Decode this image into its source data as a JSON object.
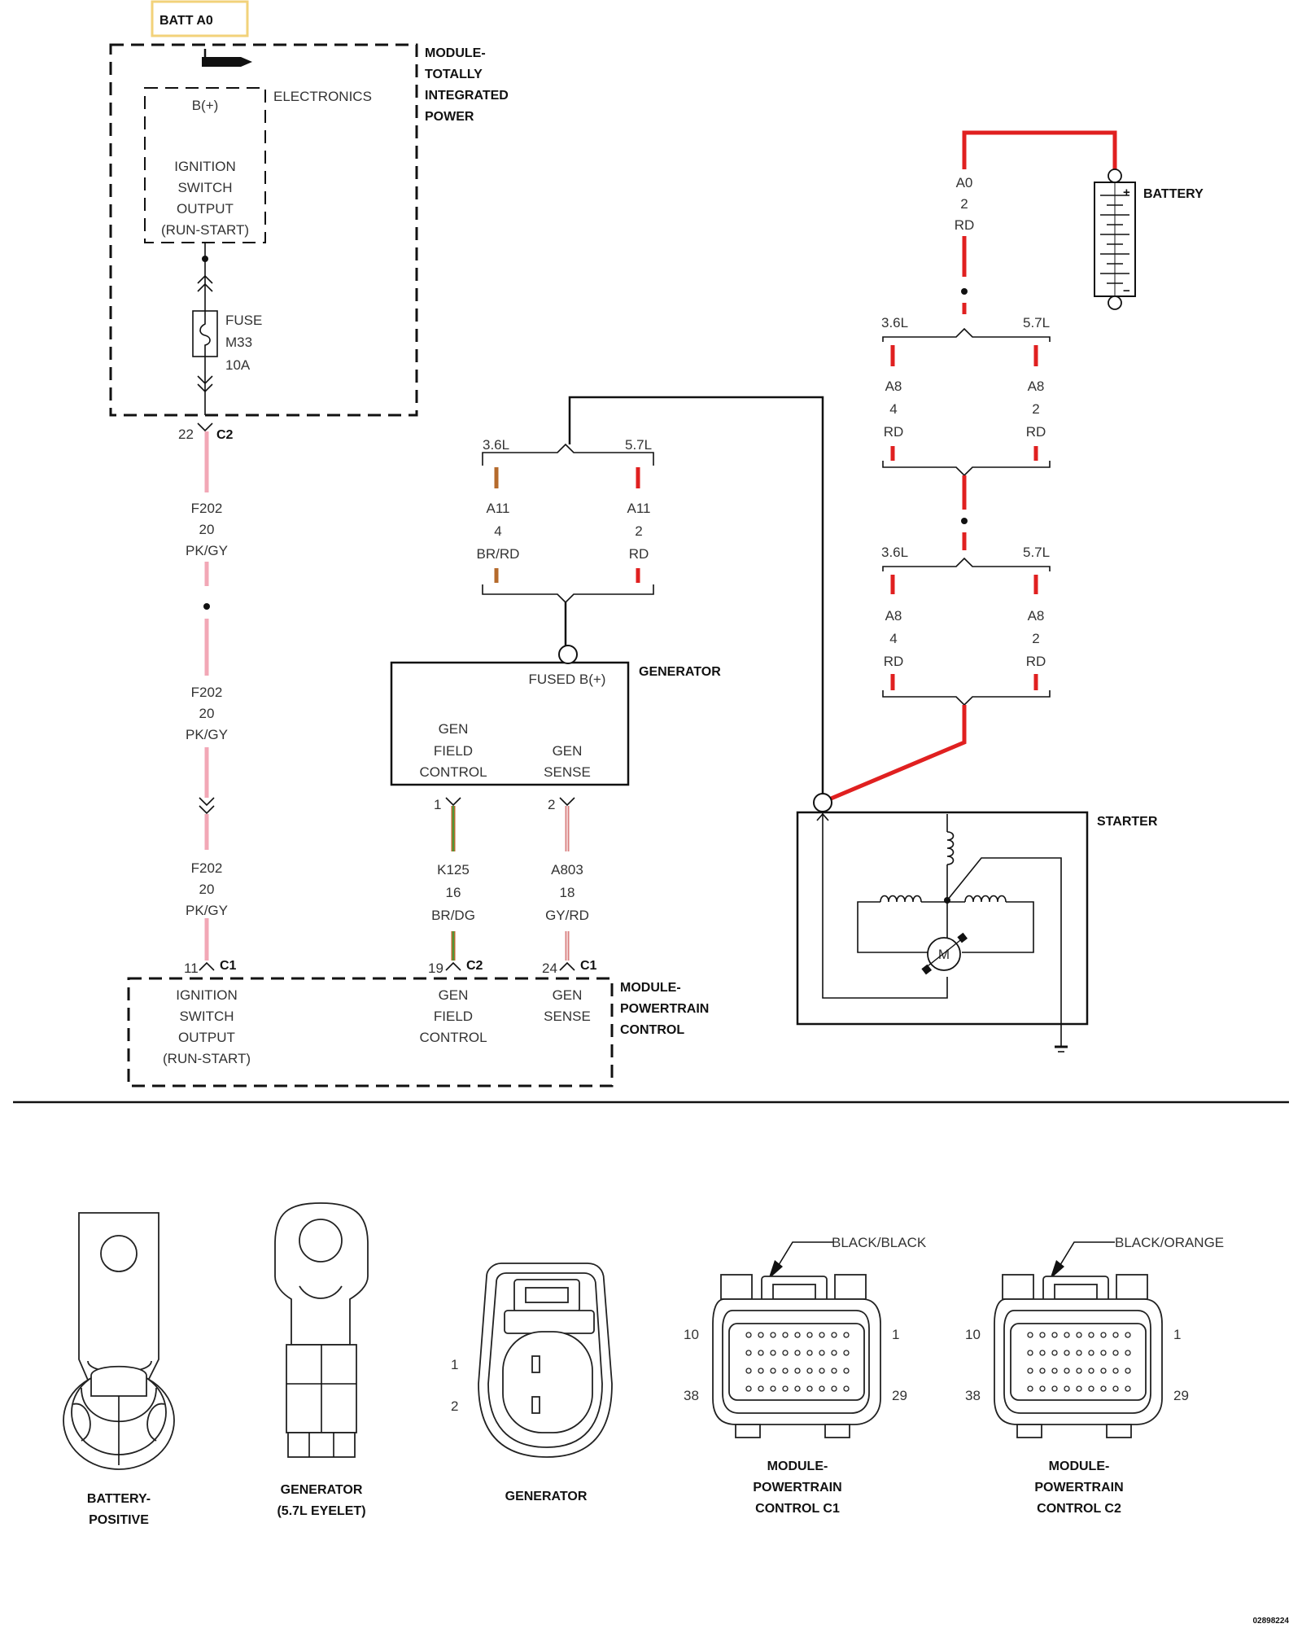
{
  "colors": {
    "red": "#e02020",
    "pink": "#f2a7b6",
    "brown": "#b56a2c",
    "green": "#4a9a3a",
    "gray_red": "#d98080",
    "batt_box": "#f2d27a"
  },
  "batt_label": "BATT A0",
  "tipm": {
    "title_lines": [
      "MODULE-",
      "TOTALLY",
      "INTEGRATED",
      "POWER"
    ],
    "electronics": "ELECTRONICS",
    "bplus": "B(+)",
    "ign_lines": [
      "IGNITION",
      "SWITCH",
      "OUTPUT",
      "(RUN-START)"
    ],
    "fuse_lines": [
      "FUSE",
      "M33",
      "10A"
    ],
    "pin": "22",
    "connector": "C2"
  },
  "wire_f202": {
    "segments": [
      [
        "F202",
        "20",
        "PK/GY"
      ],
      [
        "F202",
        "20",
        "PK/GY"
      ],
      [
        "F202",
        "20",
        "PK/GY"
      ]
    ]
  },
  "generator_feed": {
    "left_engine": "3.6L",
    "right_engine": "5.7L",
    "left_wire": [
      "A11",
      "4",
      "BR/RD"
    ],
    "right_wire": [
      "A11",
      "2",
      "RD"
    ]
  },
  "generator": {
    "title": "GENERATOR",
    "fused": "FUSED B(+)",
    "field_lines": [
      "GEN",
      "FIELD",
      "CONTROL"
    ],
    "sense_lines": [
      "GEN",
      "SENSE"
    ],
    "field_pin": "1",
    "sense_pin": "2"
  },
  "wire_k125": [
    "K125",
    "16",
    "BR/DG"
  ],
  "wire_a803": [
    "A803",
    "18",
    "GY/RD"
  ],
  "battery": {
    "title": "BATTERY",
    "wire": [
      "A0",
      "2",
      "RD"
    ]
  },
  "starter_feed": {
    "upper": {
      "left_engine": "3.6L",
      "right_engine": "5.7L",
      "left_wire": [
        "A8",
        "4",
        "RD"
      ],
      "right_wire": [
        "A8",
        "2",
        "RD"
      ]
    },
    "lower": {
      "left_engine": "3.6L",
      "right_engine": "5.7L",
      "left_wire": [
        "A8",
        "4",
        "RD"
      ],
      "right_wire": [
        "A8",
        "2",
        "RD"
      ]
    }
  },
  "starter": {
    "title": "STARTER",
    "motor": "M"
  },
  "pcm": {
    "title_lines": [
      "MODULE-",
      "POWERTRAIN",
      "CONTROL"
    ],
    "ign_lines": [
      "IGNITION",
      "SWITCH",
      "OUTPUT",
      "(RUN-START)"
    ],
    "field_lines": [
      "GEN",
      "FIELD",
      "CONTROL"
    ],
    "sense_lines": [
      "GEN",
      "SENSE"
    ],
    "ign_pin": "11",
    "ign_conn": "C1",
    "field_pin": "19",
    "field_conn": "C2",
    "sense_pin": "24",
    "sense_conn": "C1"
  },
  "connectors": {
    "battery_positive": [
      "BATTERY-",
      "POSITIVE"
    ],
    "generator_eyelet": [
      "GENERATOR",
      "(5.7L EYELET)"
    ],
    "generator": [
      "GENERATOR"
    ],
    "generator_pins": [
      "1",
      "2"
    ],
    "pcm_c1": {
      "label_lines": [
        "MODULE-",
        "POWERTRAIN",
        "CONTROL C1"
      ],
      "color": "BLACK/BLACK",
      "pins": [
        "10",
        "1",
        "38",
        "29"
      ]
    },
    "pcm_c2": {
      "label_lines": [
        "MODULE-",
        "POWERTRAIN",
        "CONTROL C2"
      ],
      "color": "BLACK/ORANGE",
      "pins": [
        "10",
        "1",
        "38",
        "29"
      ]
    }
  },
  "doc_number": "02898224"
}
